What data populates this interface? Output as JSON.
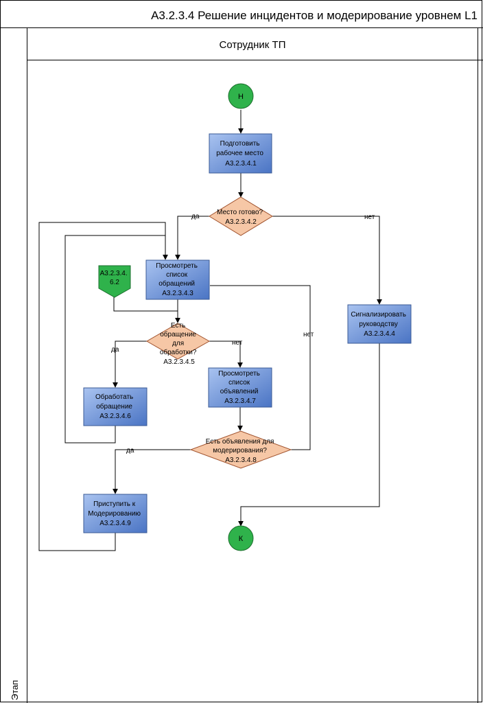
{
  "header": {
    "title": "А3.2.3.4 Решение инцидентов и модерирование уровнем L1",
    "lane": "Сотрудник ТП",
    "stage_label": "Этап"
  },
  "colors": {
    "process_fill_top": "#8eaee8",
    "process_fill_bottom": "#4a74c4",
    "process_stroke": "#3a5a94",
    "decision_fill": "#f6c7a6",
    "decision_stroke": "#a0522d",
    "event_fill": "#2fb24b",
    "event_stroke": "#1b6e2c",
    "line": "#000000"
  },
  "nodes": {
    "start": {
      "text": "Н"
    },
    "end": {
      "text": "К"
    },
    "n341": {
      "lines": [
        "Подготовить",
        "рабочее место",
        "А3.2.3.4.1"
      ]
    },
    "n342": {
      "lines": [
        "Место готово?",
        "А3.2.3.4.2"
      ]
    },
    "n343": {
      "lines": [
        "Просмотреть",
        "список",
        "обращений",
        "А3.2.3.4.3"
      ]
    },
    "n344": {
      "lines": [
        "Сигнализировать",
        "руководству",
        "А3.2.3.4.4"
      ]
    },
    "n345": {
      "lines": [
        "Есть",
        "обращение",
        "для",
        "обработки?",
        "А3.2.3.4.5"
      ]
    },
    "n346": {
      "lines": [
        "Обработать",
        "обращение",
        "А3.2.3.4.6"
      ]
    },
    "n347": {
      "lines": [
        "Просмотреть",
        "список",
        "объявлений",
        "А3.2.3.4.7"
      ]
    },
    "n348": {
      "lines": [
        "Есть объявления для",
        "модерирования?",
        "А3.2.3.4.8"
      ]
    },
    "n349": {
      "lines": [
        "Приступить к",
        "Модерированию",
        "А3.2.3.4.9"
      ]
    },
    "ref": {
      "lines": [
        "А3.2.3.4.",
        "6.2"
      ]
    }
  },
  "edge_labels": {
    "yes_342": "да",
    "no_342": "нет",
    "yes_345": "да",
    "no_345": "нет",
    "yes_348": "да",
    "no_348": "нет"
  }
}
